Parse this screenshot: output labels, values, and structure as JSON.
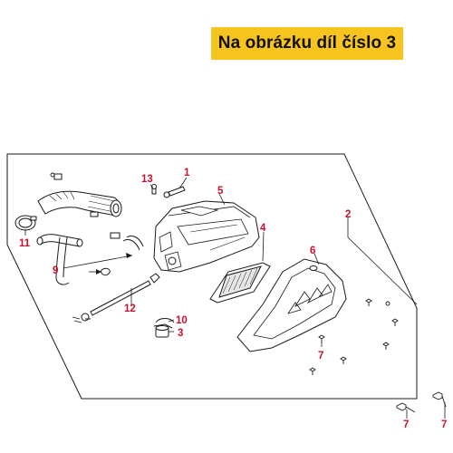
{
  "banner": {
    "text": "Na obrázku díl číslo 3"
  },
  "colors": {
    "callout": "#c8102e",
    "banner_bg": "#f7c31e",
    "line": "#1a1a1a"
  },
  "callouts": [
    {
      "id": "c1",
      "label": "1"
    },
    {
      "id": "c2",
      "label": "2"
    },
    {
      "id": "c3",
      "label": "3"
    },
    {
      "id": "c4",
      "label": "4"
    },
    {
      "id": "c5",
      "label": "5"
    },
    {
      "id": "c6",
      "label": "6"
    },
    {
      "id": "c7a",
      "label": "7"
    },
    {
      "id": "c7b",
      "label": "7"
    },
    {
      "id": "c7c",
      "label": "7"
    },
    {
      "id": "c9",
      "label": "9"
    },
    {
      "id": "c10",
      "label": "10"
    },
    {
      "id": "c11",
      "label": "11"
    },
    {
      "id": "c12",
      "label": "12"
    },
    {
      "id": "c13",
      "label": "13"
    }
  ]
}
